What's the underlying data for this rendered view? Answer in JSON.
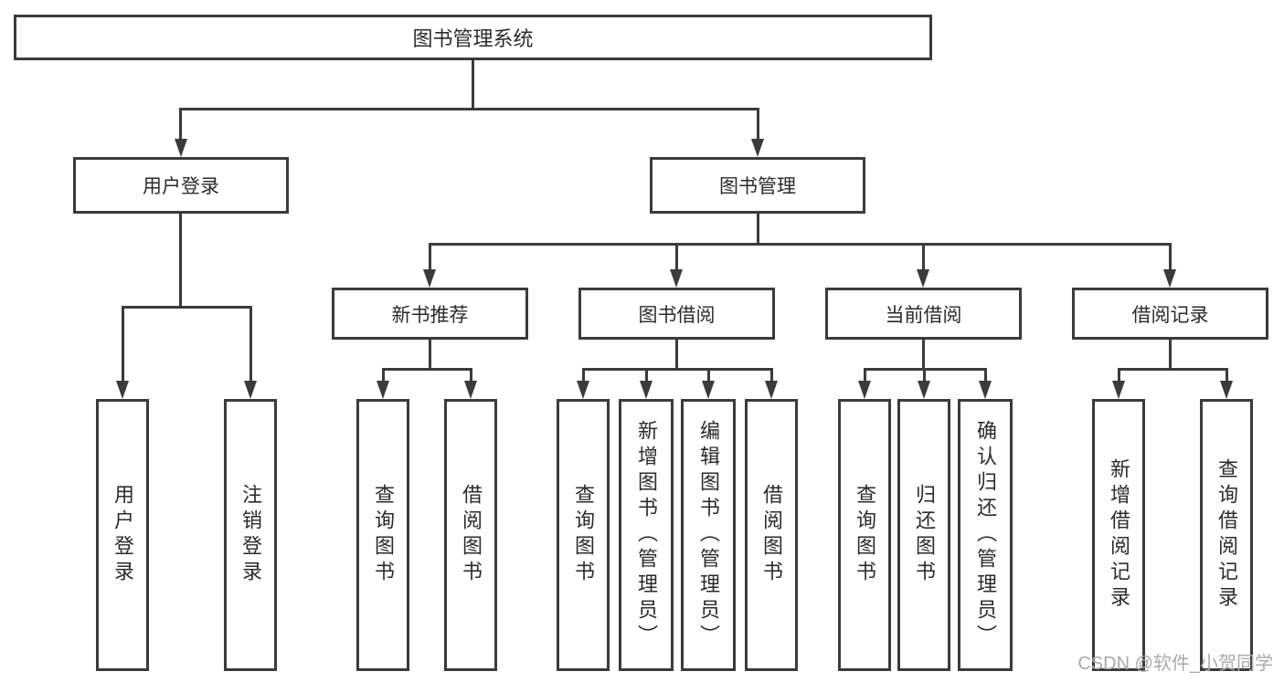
{
  "diagram": {
    "type": "hierarchy-tree",
    "root": {
      "label": "图书管理系统"
    },
    "branches": [
      {
        "label": "用户登录",
        "children": [
          {
            "label": "用户登录"
          },
          {
            "label": "注销登录"
          }
        ]
      },
      {
        "label": "图书管理",
        "children": [
          {
            "label": "新书推荐",
            "children": [
              {
                "label": "查询图书"
              },
              {
                "label": "借阅图书"
              }
            ]
          },
          {
            "label": "图书借阅",
            "children": [
              {
                "label": "查询图书"
              },
              {
                "label": "新增图书（管理员）"
              },
              {
                "label": "编辑图书（管理员）"
              },
              {
                "label": "借阅图书"
              }
            ]
          },
          {
            "label": "当前借阅",
            "children": [
              {
                "label": "查询图书"
              },
              {
                "label": "归还图书"
              },
              {
                "label": "确认归还（管理员）"
              }
            ]
          },
          {
            "label": "借阅记录",
            "children": [
              {
                "label": "新增借阅记录"
              },
              {
                "label": "查询借阅记录"
              }
            ]
          }
        ]
      }
    ],
    "watermark": "CSDN @软件_小贺同学",
    "colors": {
      "line": "#3b3b3b",
      "text": "#2b2b2b",
      "watermark": "#a9a9a9",
      "background": "#ffffff"
    }
  }
}
